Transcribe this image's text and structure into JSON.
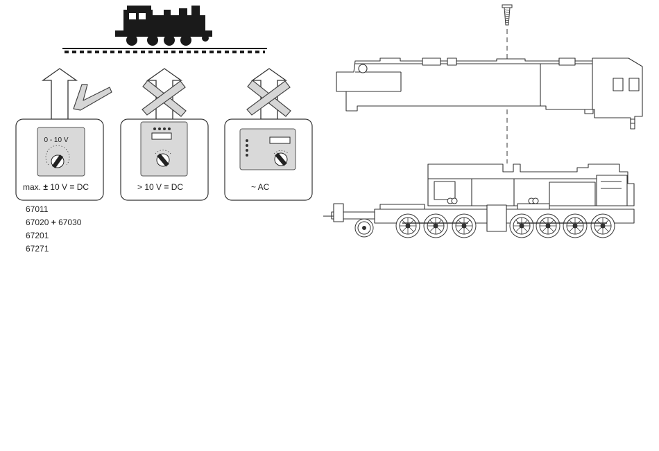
{
  "panels": [
    {
      "display": "0 - 10 V",
      "caption_pre": "max.",
      "caption_mid": "10 V",
      "caption_post": "DC",
      "verdict": "check"
    },
    {
      "caption": "> 10 V",
      "caption_post": "DC",
      "verdict": "cross"
    },
    {
      "caption": "~ AC",
      "verdict": "cross"
    }
  ],
  "part_numbers": [
    {
      "a": "67011"
    },
    {
      "a": "67020",
      "b": "67030"
    },
    {
      "a": "67201"
    },
    {
      "a": "67271"
    }
  ],
  "colors": {
    "ink": "#1a1a1a",
    "panel_bg": "#ffffff",
    "controller_fill": "#d9d9d9",
    "stroke": "#333333"
  }
}
